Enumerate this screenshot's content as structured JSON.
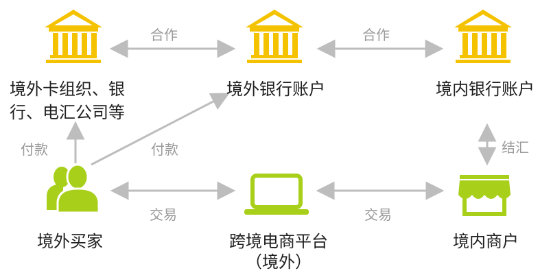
{
  "nodes": {
    "foreign_card_org": {
      "line1": "境外卡组织、银",
      "line2": "行、电汇公司等"
    },
    "foreign_bank_account": {
      "label": "境外银行账户"
    },
    "domestic_bank_account": {
      "label": "境内银行账户"
    },
    "foreign_buyer": {
      "label": "境外买家"
    },
    "platform": {
      "line1": "跨境电商平台",
      "line2": "（境外）"
    },
    "domestic_merchant": {
      "label": "境内商户"
    }
  },
  "edges": {
    "coop1": "合作",
    "coop2": "合作",
    "pay1": "付款",
    "pay2": "付款",
    "settle": "结汇",
    "trade1": "交易",
    "trade2": "交易"
  },
  "colors": {
    "bank": "#f5c200",
    "green": "#a8cf1a",
    "arrow": "#bdbdbd"
  },
  "icons": [
    "bank-icon",
    "buyer-icon",
    "laptop-icon",
    "shop-icon"
  ]
}
